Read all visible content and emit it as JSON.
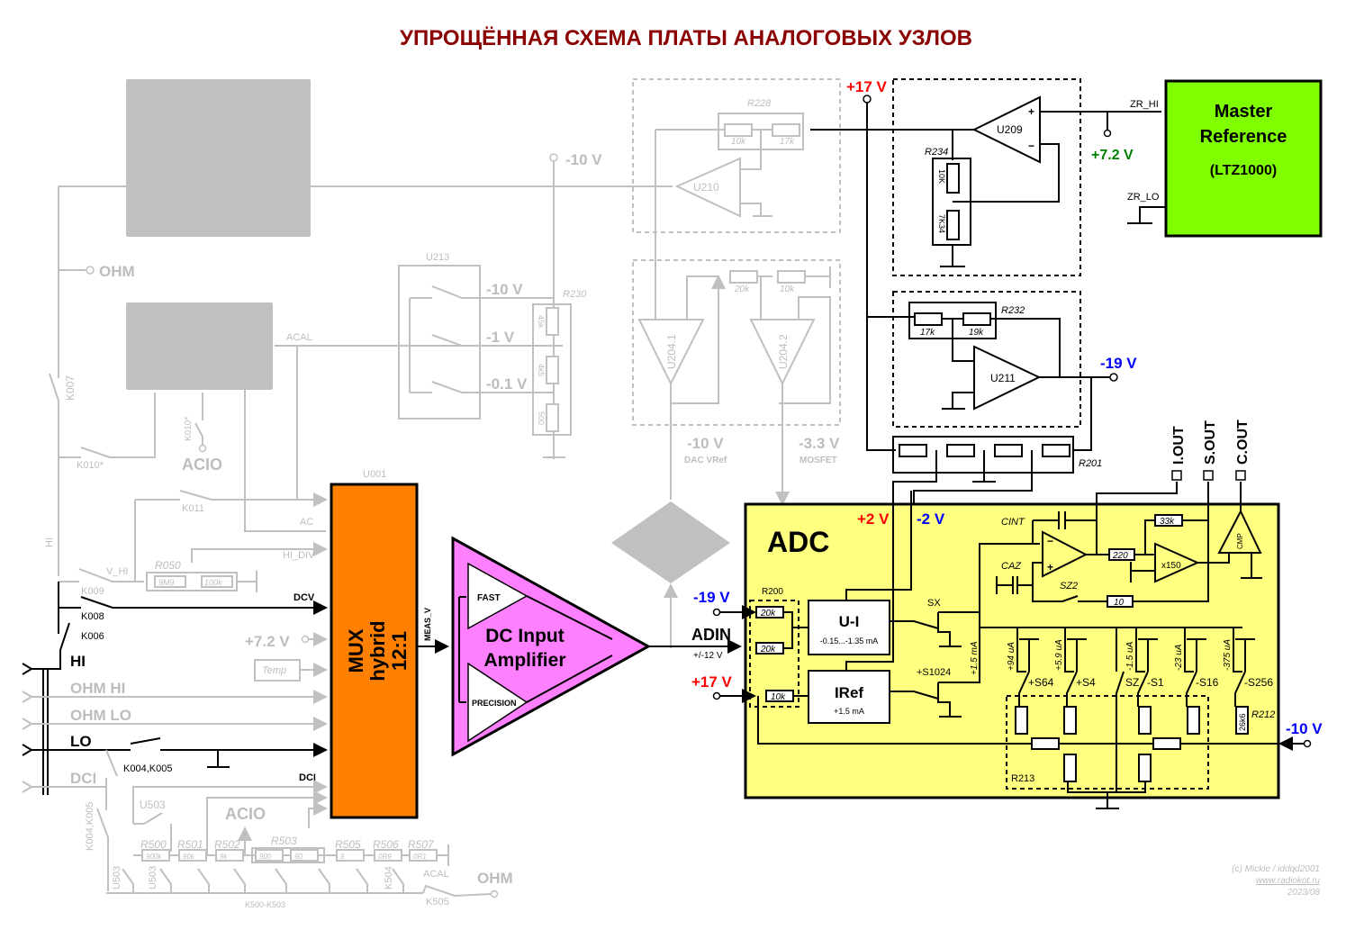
{
  "title": "УПРОЩЁННАЯ СХЕМА ПЛАТЫ АНАЛОГОВЫХ УЗЛОВ",
  "colors": {
    "title": "#8b0000",
    "mux": "#ff8000",
    "amplifier": "#ff80ff",
    "adc": "#ffff80",
    "master_ref": "#80ff00",
    "gray": "#c0c0c0",
    "positive_rail": "#ff0000",
    "negative_rail": "#0000ff",
    "ref_voltage": "#008000"
  },
  "master_reference": {
    "line1": "Master",
    "line2": "Reference",
    "part": "(LTZ1000)",
    "pin_hi": "ZR_HI",
    "pin_lo": "ZR_LO",
    "out_voltage": "+7.2 V"
  },
  "reference_section": {
    "supply": "+17 V",
    "u209": "U209",
    "r234": {
      "name": "R234",
      "r1": "10K",
      "r2": "7K34"
    },
    "u210": "U210",
    "r228": {
      "name": "R228",
      "r1": "10k",
      "r2": "17k"
    },
    "minus10": "-10 V",
    "u211": "U211",
    "r232": {
      "name": "R232",
      "r1": "17k",
      "r2": "19k"
    },
    "minus19": "-19 V",
    "r201": "R201",
    "plus2": "+2 V",
    "minus2": "-2 V"
  },
  "dac_section": {
    "u213": "U213",
    "taps": [
      "-10 V",
      "-1 V",
      "-0.1 V"
    ],
    "r230": {
      "name": "R230",
      "values": [
        "45k",
        "4k5",
        "500"
      ]
    },
    "u204_1": "U204.1",
    "u204_2": "U204.2",
    "r_values": [
      "20k",
      "10k"
    ],
    "dac_vref": {
      "voltage": "-10 V",
      "label": "DAC VRef"
    },
    "mosfet": {
      "voltage": "-3.3 V",
      "label": "MOSFET"
    }
  },
  "input_section": {
    "ohm_top": "OHM",
    "acal": "ACAL",
    "k007": "K007",
    "k010": "K010*",
    "k010b": "K010*",
    "acio": "ACIO",
    "k011": "K011",
    "hi_vert": "HI",
    "k009": "K009",
    "v_hi": "V_HI",
    "r050": {
      "name": "R050",
      "r1": "9M9",
      "r2": "100k"
    },
    "k008": "K008",
    "k006": "K006",
    "terminals": [
      "HI",
      "OHM HI",
      "OHM LO",
      "LO",
      "DCI"
    ],
    "k004_k005": "K004,K005",
    "k004_k005_vert": "K004,K005"
  },
  "mux": {
    "ref": "U001",
    "line1": "MUX",
    "line2": "hybrid",
    "line3": "12:1",
    "inputs": [
      "AC",
      "HI_DIV",
      "DCV",
      "+7.2 V",
      "Temp",
      "DCI"
    ],
    "output": "MEAS_V"
  },
  "amplifier": {
    "line1": "DC Input",
    "line2": "Amplifier",
    "fast": "FAST",
    "precision": "PRECISION"
  },
  "shunts": {
    "u503": "U503",
    "acio": "ACIO",
    "resistors": [
      {
        "name": "R500",
        "value": "900k"
      },
      {
        "name": "R501",
        "value": "90k"
      },
      {
        "name": "R502",
        "value": "9k"
      },
      {
        "name": "R503",
        "value": "900"
      },
      {
        "name": "R503b",
        "value": "90"
      },
      {
        "name": "R505",
        "value": "9"
      },
      {
        "name": "R506",
        "value": "0R9"
      },
      {
        "name": "R507",
        "value": "0R1"
      }
    ],
    "r503_label": "R503",
    "switch_labels": [
      "U503",
      "U503",
      "K504"
    ],
    "group": "K500-K503",
    "acal": "ACAL",
    "k505": "K505",
    "ohm": "OHM"
  },
  "adc": {
    "title": "ADC",
    "minus19": "-19 V",
    "adin": "ADIN",
    "adin_range": "+/-12 V",
    "plus17": "+17 V",
    "r200": {
      "name": "R200",
      "r1": "20k",
      "r2": "20k",
      "r3": "10k"
    },
    "ui": {
      "title": "U-I",
      "range": "-0.15...-1.35 mA"
    },
    "iref": {
      "title": "IRef",
      "value": "+1.5 mA"
    },
    "sx": "SX",
    "s1024": "+S1024",
    "current_label": "+1.5 mA",
    "cint": "CINT",
    "caz": "CAZ",
    "sz2": "SZ2",
    "r220": "220",
    "r10": "10",
    "r33k": "33k",
    "x150": "x150",
    "cmp": "CMP",
    "outputs": [
      "I.OUT",
      "S.OUT",
      "C.OUT"
    ],
    "currents": [
      "+94 uA",
      "+5.9 uA",
      "-1.5 uA",
      "-23 uA",
      "-375 uA"
    ],
    "switches": [
      "+S64",
      "+S4",
      "SZ",
      "-S1",
      "-S16",
      "-S256"
    ],
    "r212": {
      "name": "R212",
      "value": "26k6"
    },
    "r213": "R213",
    "minus10": "-10 V"
  },
  "credits": {
    "author": "(c) Mickle / iddqd2001",
    "site": "www.radiokot.ru",
    "date": "2023/08"
  }
}
